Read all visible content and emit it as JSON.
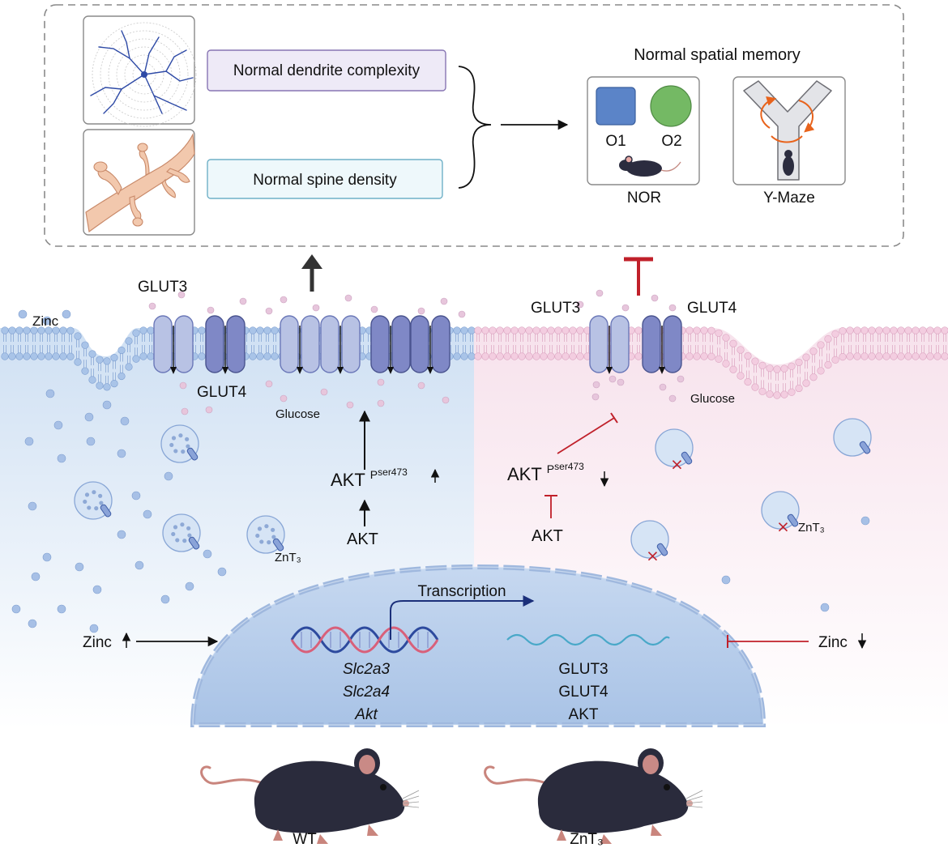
{
  "top_panel": {
    "dendrite_label": "Normal dendrite complexity",
    "spine_label": "Normal spine density",
    "memory_title": "Normal spatial memory",
    "nor": {
      "object1": "O1",
      "object2": "O2",
      "label": "NOR"
    },
    "ymaze": {
      "label": "Y-Maze"
    }
  },
  "membrane": {
    "zinc": "Zinc",
    "left_glut3": "GLUT3",
    "left_glut4": "GLUT4",
    "left_glucose": "Glucose",
    "right_glut3": "GLUT3",
    "right_glut4": "GLUT4",
    "right_glucose": "Glucose"
  },
  "left_cell": {
    "akt_p": "AKT",
    "akt_p_sup": "Pser473",
    "akt": "AKT",
    "znt3": "ZnT₃",
    "zinc_up": "Zinc"
  },
  "right_cell": {
    "akt_p": "AKT",
    "akt_p_sup": "Pser473",
    "akt": "AKT",
    "znt3": "ZnT₃",
    "zinc_down": "Zinc"
  },
  "nucleus": {
    "transcription": "Transcription",
    "genes": [
      "Slc2a3",
      "Slc2a4",
      "Akt"
    ],
    "proteins": [
      "GLUT3",
      "GLUT4",
      "AKT"
    ]
  },
  "mice": {
    "left": "WT",
    "right": "ZnT₃"
  },
  "colors": {
    "left_bg": "#dbe8f6",
    "right_bg": "#f8e8f0",
    "transporter_left": "#b3bfe0",
    "transporter_right": "#7c86c4",
    "inhibit_red": "#c0202a",
    "arrow_black": "#111111"
  }
}
